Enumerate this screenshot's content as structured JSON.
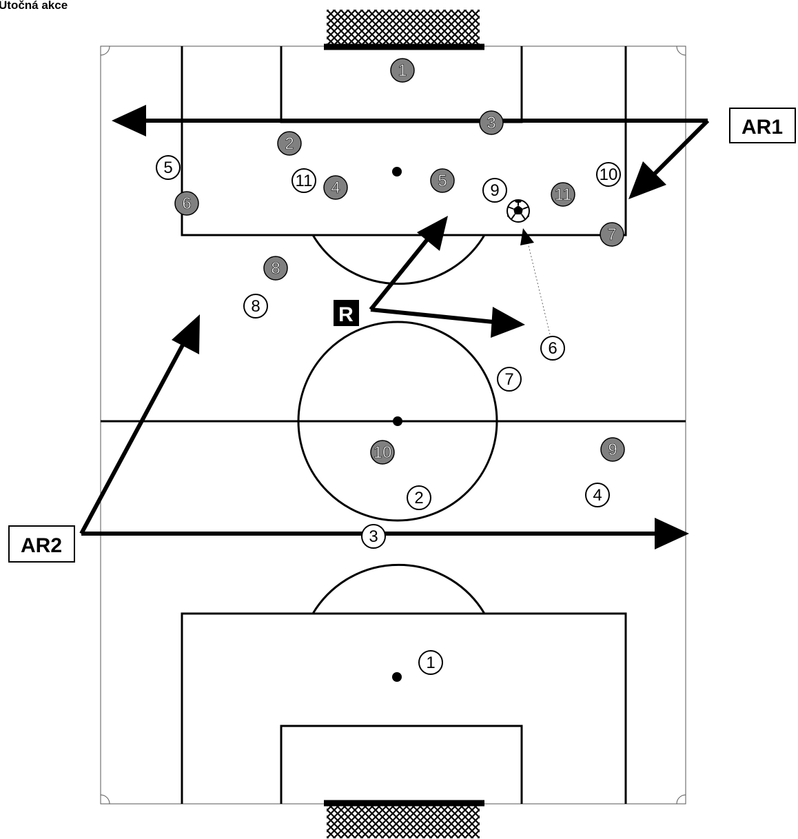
{
  "title": "Útočná akce",
  "officials": {
    "referee": "R",
    "ar1": "AR1",
    "ar2": "AR2"
  },
  "colors": {
    "line": "#000000",
    "team_grey_fill": "#808080",
    "team_white_fill": "#ffffff",
    "marker": "#000000"
  },
  "players": {
    "grey_team": [
      "1",
      "3",
      "2",
      "6",
      "4",
      "5",
      "11",
      "7",
      "8",
      "10",
      "9"
    ],
    "white_team": [
      "5",
      "11",
      "9",
      "10",
      "8",
      "6",
      "7",
      "2",
      "4",
      "3",
      "1"
    ]
  }
}
